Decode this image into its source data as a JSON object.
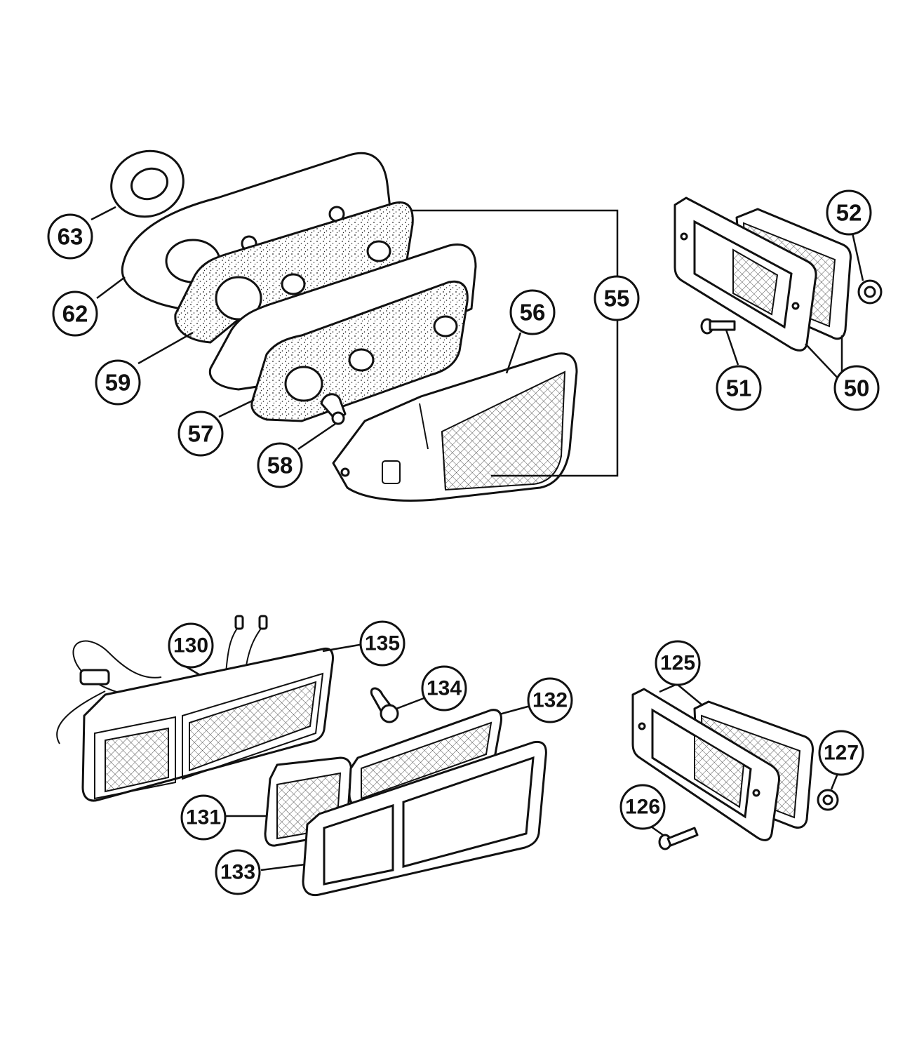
{
  "colors": {
    "ink": "#111111",
    "paper": "#ffffff"
  },
  "callouts": {
    "c63": "63",
    "c62": "62",
    "c59": "59",
    "c57": "57",
    "c58": "58",
    "c56": "56",
    "c55": "55",
    "c52": "52",
    "c51": "51",
    "c50": "50",
    "c130": "130",
    "c135": "135",
    "c134": "134",
    "c132": "132",
    "c131": "131",
    "c133": "133",
    "c125": "125",
    "c127": "127",
    "c126": "126"
  }
}
